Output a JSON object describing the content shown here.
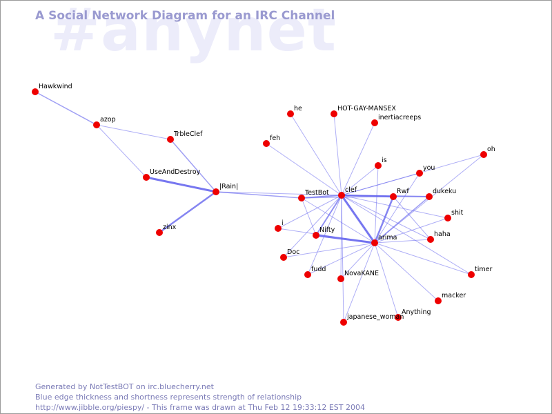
{
  "watermark": "#anynet",
  "title": "A Social Network Diagram for an IRC Channel",
  "footer": {
    "line1": "Generated by NotTestBOT on irc.bluecherry.net",
    "line2": "Blue edge thickness and shortness represents strength of relationship",
    "line3": "http://www.jibble.org/piespy/ - This frame was drawn at Thu Feb 12 19:33:12 EST 2004"
  },
  "colors": {
    "node": "#ee0000",
    "edge": "#6666ee",
    "title": "#9a9ad0",
    "watermark": "#ececfa"
  },
  "nodes": [
    {
      "id": "Hawkwind",
      "label": "Hawkwind"
    },
    {
      "id": "azop",
      "label": "azop"
    },
    {
      "id": "TrbleClef",
      "label": "TrbleClef"
    },
    {
      "id": "UseAndDestroy",
      "label": "UseAndDestroy"
    },
    {
      "id": "Rain",
      "label": "|Rain|"
    },
    {
      "id": "zinx",
      "label": "zinx"
    },
    {
      "id": "TestBot",
      "label": "TestBot"
    },
    {
      "id": "clef",
      "label": "clef"
    },
    {
      "id": "he",
      "label": "he"
    },
    {
      "id": "HOT-GAY-MANSEX",
      "label": "HOT-GAY-MANSEX"
    },
    {
      "id": "inertiacreeps",
      "label": "inertiacreeps"
    },
    {
      "id": "feh",
      "label": "feh"
    },
    {
      "id": "is",
      "label": "is"
    },
    {
      "id": "you",
      "label": "you"
    },
    {
      "id": "oh",
      "label": "oh"
    },
    {
      "id": "Rwf",
      "label": "Rwf"
    },
    {
      "id": "dukeku",
      "label": "dukeku"
    },
    {
      "id": "shit",
      "label": "shit"
    },
    {
      "id": "i",
      "label": "i"
    },
    {
      "id": "Nifty",
      "label": "Nifty"
    },
    {
      "id": "arima",
      "label": "arima"
    },
    {
      "id": "haha",
      "label": "haha"
    },
    {
      "id": "Doc",
      "label": "Doc"
    },
    {
      "id": "fudd",
      "label": "fudd"
    },
    {
      "id": "NovaKANE",
      "label": "NovaKANE"
    },
    {
      "id": "timer",
      "label": "timer"
    },
    {
      "id": "macker",
      "label": "macker"
    },
    {
      "id": "Anything",
      "label": "Anything"
    },
    {
      "id": "japanese_woman",
      "label": "japanese_woman"
    }
  ],
  "edges": [
    {
      "source": "Hawkwind",
      "target": "azop",
      "weight": 1.5
    },
    {
      "source": "azop",
      "target": "TrbleClef",
      "weight": 1
    },
    {
      "source": "azop",
      "target": "UseAndDestroy",
      "weight": 1
    },
    {
      "source": "TrbleClef",
      "target": "Rain",
      "weight": 1.5
    },
    {
      "source": "UseAndDestroy",
      "target": "Rain",
      "weight": 3
    },
    {
      "source": "Rain",
      "target": "zinx",
      "weight": 2.5
    },
    {
      "source": "Rain",
      "target": "TestBot",
      "weight": 1.5
    },
    {
      "source": "Rain",
      "target": "clef",
      "weight": 1
    },
    {
      "source": "TestBot",
      "target": "clef",
      "weight": 2
    },
    {
      "source": "TestBot",
      "target": "Rwf",
      "weight": 1
    },
    {
      "source": "TestBot",
      "target": "arima",
      "weight": 1
    },
    {
      "source": "TestBot",
      "target": "Nifty",
      "weight": 1
    },
    {
      "source": "clef",
      "target": "he",
      "weight": 1
    },
    {
      "source": "clef",
      "target": "HOT-GAY-MANSEX",
      "weight": 1
    },
    {
      "source": "clef",
      "target": "inertiacreeps",
      "weight": 1
    },
    {
      "source": "clef",
      "target": "feh",
      "weight": 1
    },
    {
      "source": "clef",
      "target": "is",
      "weight": 1
    },
    {
      "source": "clef",
      "target": "you",
      "weight": 1
    },
    {
      "source": "clef",
      "target": "oh",
      "weight": 1
    },
    {
      "source": "clef",
      "target": "Rwf",
      "weight": 2.5
    },
    {
      "source": "clef",
      "target": "dukeku",
      "weight": 2
    },
    {
      "source": "clef",
      "target": "shit",
      "weight": 1
    },
    {
      "source": "clef",
      "target": "haha",
      "weight": 1
    },
    {
      "source": "clef",
      "target": "i",
      "weight": 1
    },
    {
      "source": "clef",
      "target": "Nifty",
      "weight": 2
    },
    {
      "source": "clef",
      "target": "arima",
      "weight": 3
    },
    {
      "source": "clef",
      "target": "Doc",
      "weight": 1
    },
    {
      "source": "clef",
      "target": "fudd",
      "weight": 1
    },
    {
      "source": "clef",
      "target": "NovaKANE",
      "weight": 1
    },
    {
      "source": "clef",
      "target": "timer",
      "weight": 1
    },
    {
      "source": "clef",
      "target": "japanese_woman",
      "weight": 1
    },
    {
      "source": "arima",
      "target": "Nifty",
      "weight": 3
    },
    {
      "source": "arima",
      "target": "Rwf",
      "weight": 2.5
    },
    {
      "source": "arima",
      "target": "dukeku",
      "weight": 1.5
    },
    {
      "source": "arima",
      "target": "you",
      "weight": 1
    },
    {
      "source": "arima",
      "target": "oh",
      "weight": 1
    },
    {
      "source": "arima",
      "target": "shit",
      "weight": 1
    },
    {
      "source": "arima",
      "target": "haha",
      "weight": 1
    },
    {
      "source": "arima",
      "target": "is",
      "weight": 1
    },
    {
      "source": "arima",
      "target": "i",
      "weight": 1
    },
    {
      "source": "arima",
      "target": "Doc",
      "weight": 1
    },
    {
      "source": "arima",
      "target": "fudd",
      "weight": 1
    },
    {
      "source": "arima",
      "target": "NovaKANE",
      "weight": 1
    },
    {
      "source": "arima",
      "target": "timer",
      "weight": 1
    },
    {
      "source": "arima",
      "target": "macker",
      "weight": 1
    },
    {
      "source": "arima",
      "target": "Anything",
      "weight": 1
    },
    {
      "source": "arima",
      "target": "japanese_woman",
      "weight": 1
    },
    {
      "source": "Rwf",
      "target": "haha",
      "weight": 1
    },
    {
      "source": "Rwf",
      "target": "dukeku",
      "weight": 1
    }
  ]
}
